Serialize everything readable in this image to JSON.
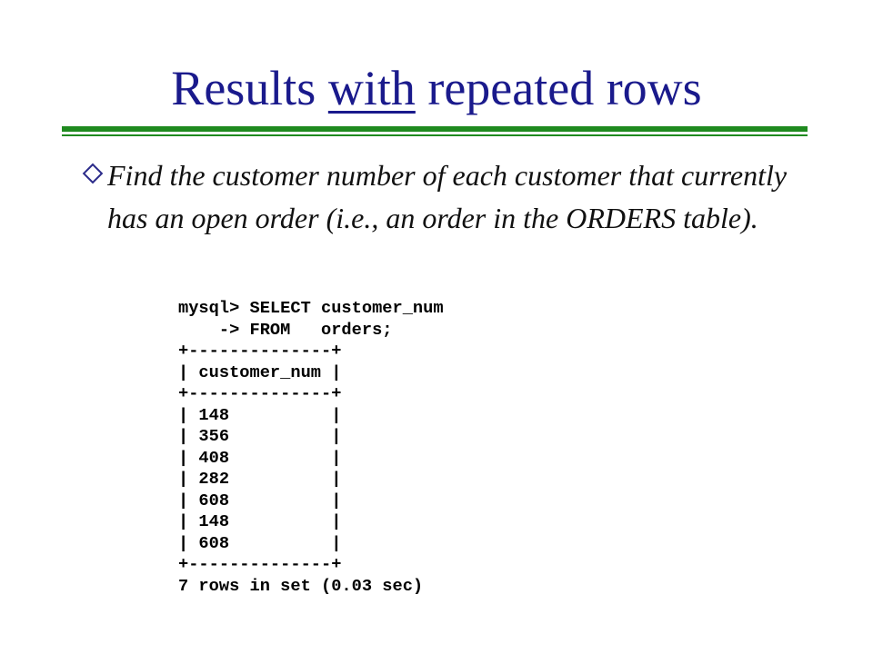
{
  "title": {
    "before": "Results ",
    "underlined": "with",
    "after": " repeated rows"
  },
  "bullet": {
    "text": "Find the customer number of each customer that currently has an open order (i.e., an order in the ORDERS table)."
  },
  "terminal": {
    "lines": [
      "mysql> SELECT customer_num",
      "    -> FROM   orders;",
      "+--------------+",
      "| customer_num |",
      "+--------------+",
      "| 148          |",
      "| 356          |",
      "| 408          |",
      "| 282          |",
      "| 608          |",
      "| 148          |",
      "| 608          |",
      "+--------------+",
      "7 rows in set (0.03 sec)"
    ]
  }
}
